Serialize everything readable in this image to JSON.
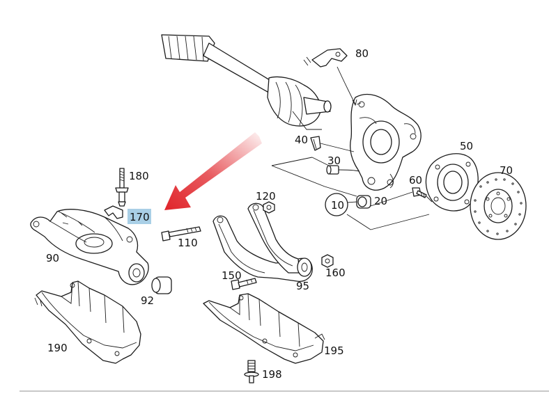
{
  "diagram": {
    "highlight_color": "#a9cfe6",
    "arrow_color": "#e0242a",
    "callouts": [
      {
        "id": "p10",
        "label": "10"
      },
      {
        "id": "p20",
        "label": "20"
      },
      {
        "id": "p30",
        "label": "30"
      },
      {
        "id": "p40",
        "label": "40"
      },
      {
        "id": "p50",
        "label": "50"
      },
      {
        "id": "p60",
        "label": "60"
      },
      {
        "id": "p70",
        "label": "70"
      },
      {
        "id": "p80",
        "label": "80"
      },
      {
        "id": "p90",
        "label": "90"
      },
      {
        "id": "p92",
        "label": "92"
      },
      {
        "id": "p95",
        "label": "95"
      },
      {
        "id": "p110",
        "label": "110"
      },
      {
        "id": "p120",
        "label": "120"
      },
      {
        "id": "p150",
        "label": "150"
      },
      {
        "id": "p160",
        "label": "160"
      },
      {
        "id": "p170",
        "label": "170",
        "highlighted": true
      },
      {
        "id": "p180",
        "label": "180"
      },
      {
        "id": "p190",
        "label": "190"
      },
      {
        "id": "p195",
        "label": "195"
      },
      {
        "id": "p198",
        "label": "198"
      }
    ]
  }
}
